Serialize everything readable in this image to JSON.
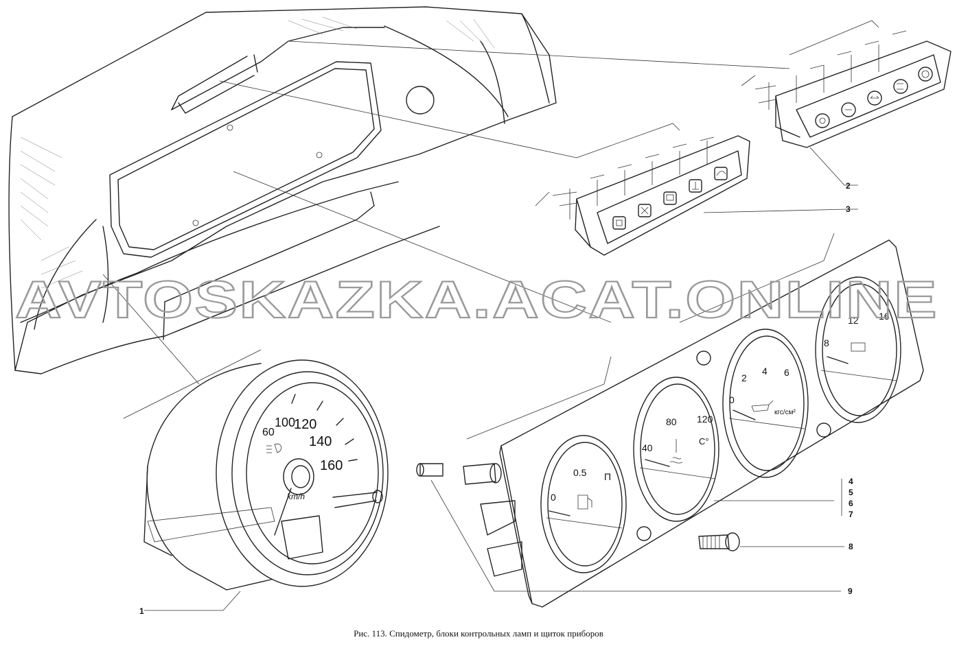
{
  "figure": {
    "caption": "Рис. 113. Спидометр, блоки контрольных ламп и щиток приборов",
    "watermark": "AVTOSKAZKA.ACAT.ONLINE"
  },
  "callouts": {
    "c1": "1",
    "c2": "2",
    "c3": "3",
    "c4": "4",
    "c5": "5",
    "c6": "6",
    "c7": "7",
    "c8": "8",
    "c9": "9"
  },
  "speedometer": {
    "ticks": [
      "60",
      "100",
      "120",
      "140",
      "160"
    ],
    "unit": "km/h"
  },
  "gauges": {
    "fuel": {
      "zero": "0",
      "half": "0.5",
      "full": "П"
    },
    "temp": {
      "t40": "40",
      "t80": "80",
      "t120": "120",
      "unit": "C°"
    },
    "oil": {
      "p0": "0",
      "p2": "2",
      "p4": "4",
      "p6": "6",
      "unit": "кгс/см²"
    },
    "volt": {
      "v8": "8",
      "v12": "12",
      "v16": "16"
    }
  },
  "colors": {
    "ink": "#222222",
    "watermark": "#9a9a9a",
    "background": "#ffffff"
  }
}
